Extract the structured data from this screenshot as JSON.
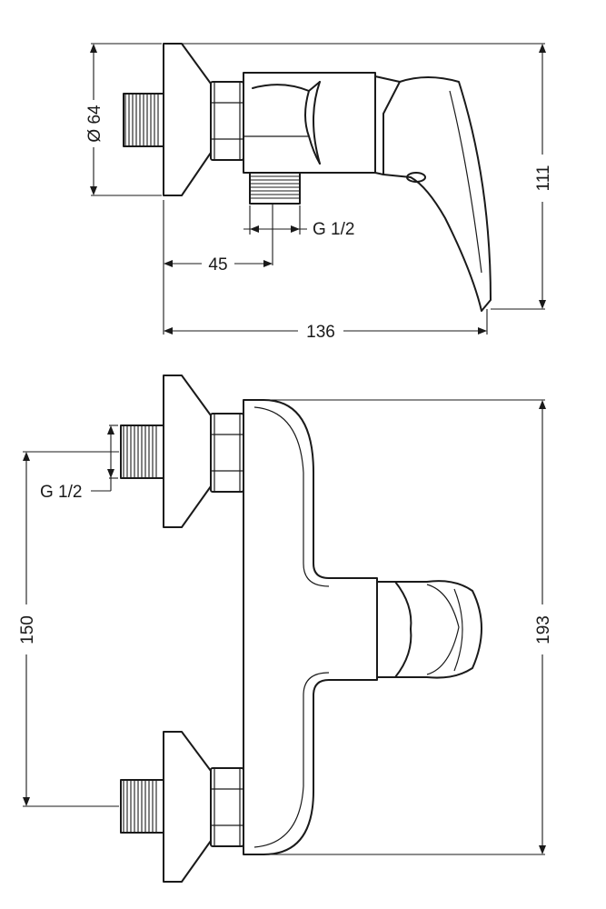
{
  "side_view": {
    "dim_diameter": "Ø 64",
    "dim_thread": "G 1/2",
    "dim_offset": "45",
    "dim_length": "136",
    "dim_height": "111"
  },
  "front_view": {
    "dim_thread": "G 1/2",
    "dim_centers": "150",
    "dim_height": "193"
  }
}
